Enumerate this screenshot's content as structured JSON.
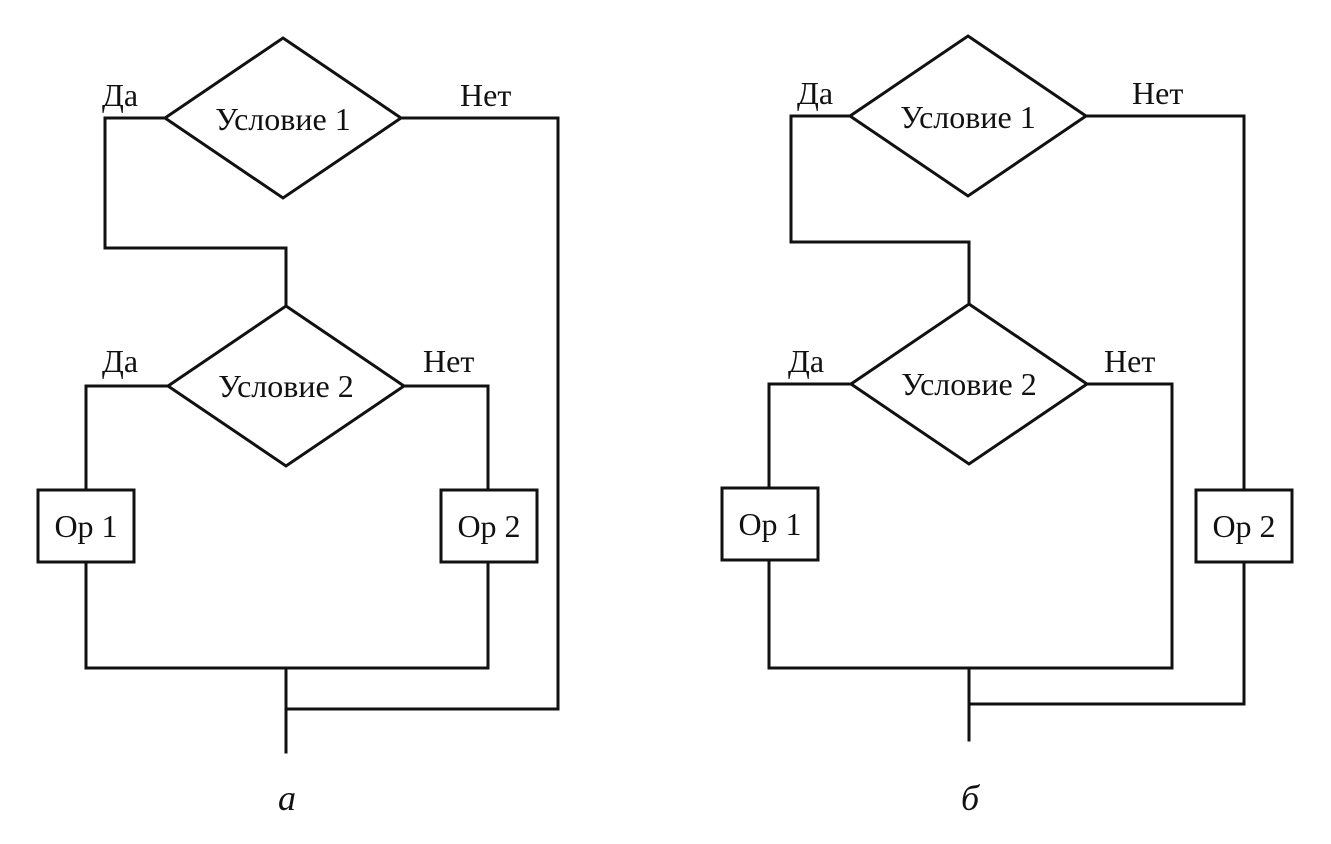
{
  "diagrams": [
    {
      "caption": "а",
      "cond1": "Условие 1",
      "cond2": "Условие 2",
      "yes1": "Да",
      "no1": "Нет",
      "yes2": "Да",
      "no2": "Нет",
      "op1": "Op 1",
      "op2": "Op 2"
    },
    {
      "caption": "б",
      "cond1": "Условие 1",
      "cond2": "Условие 2",
      "yes1": "Да",
      "no1": "Нет",
      "yes2": "Да",
      "no2": "Нет",
      "op1": "Op 1",
      "op2": "Op 2"
    }
  ]
}
